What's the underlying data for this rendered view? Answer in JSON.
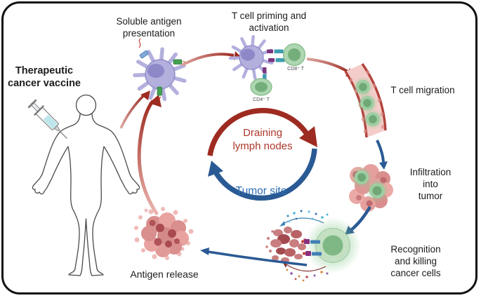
{
  "figure": {
    "description": "Therapeutic cancer vaccine immunity cycle diagram",
    "labels": {
      "therapeutic_vaccine": "Therapeutic\ncancer vaccine",
      "soluble_antigen": "Soluble antigen\npresentation",
      "t_cell_priming": "T cell priming and\nactivation",
      "t_cell_migration": "T cell migration",
      "infiltration": "Infiltration into\ntumor",
      "recognition_killing": "Recognition and killing\ncancer cells",
      "antigen_release": "Antigen release",
      "draining_lymph_nodes": "Draining\nlymph nodes",
      "tumor_site": "Tumor site",
      "cd8_t": "CD8⁺ T",
      "cd4_t": "CD4⁺ T"
    },
    "colors": {
      "cycle_red": "#9e2b21",
      "cycle_red_text": "#ab372a",
      "cycle_blue": "#2a5a94",
      "cycle_blue_text": "#2e6cb2",
      "dendritic_cell_purple": "#b3b0de",
      "t_cell_green": "#a9d3ac",
      "tumor_pink": "#e8a3a0",
      "frame_border": "#111111",
      "background": "#ffffff"
    }
  }
}
